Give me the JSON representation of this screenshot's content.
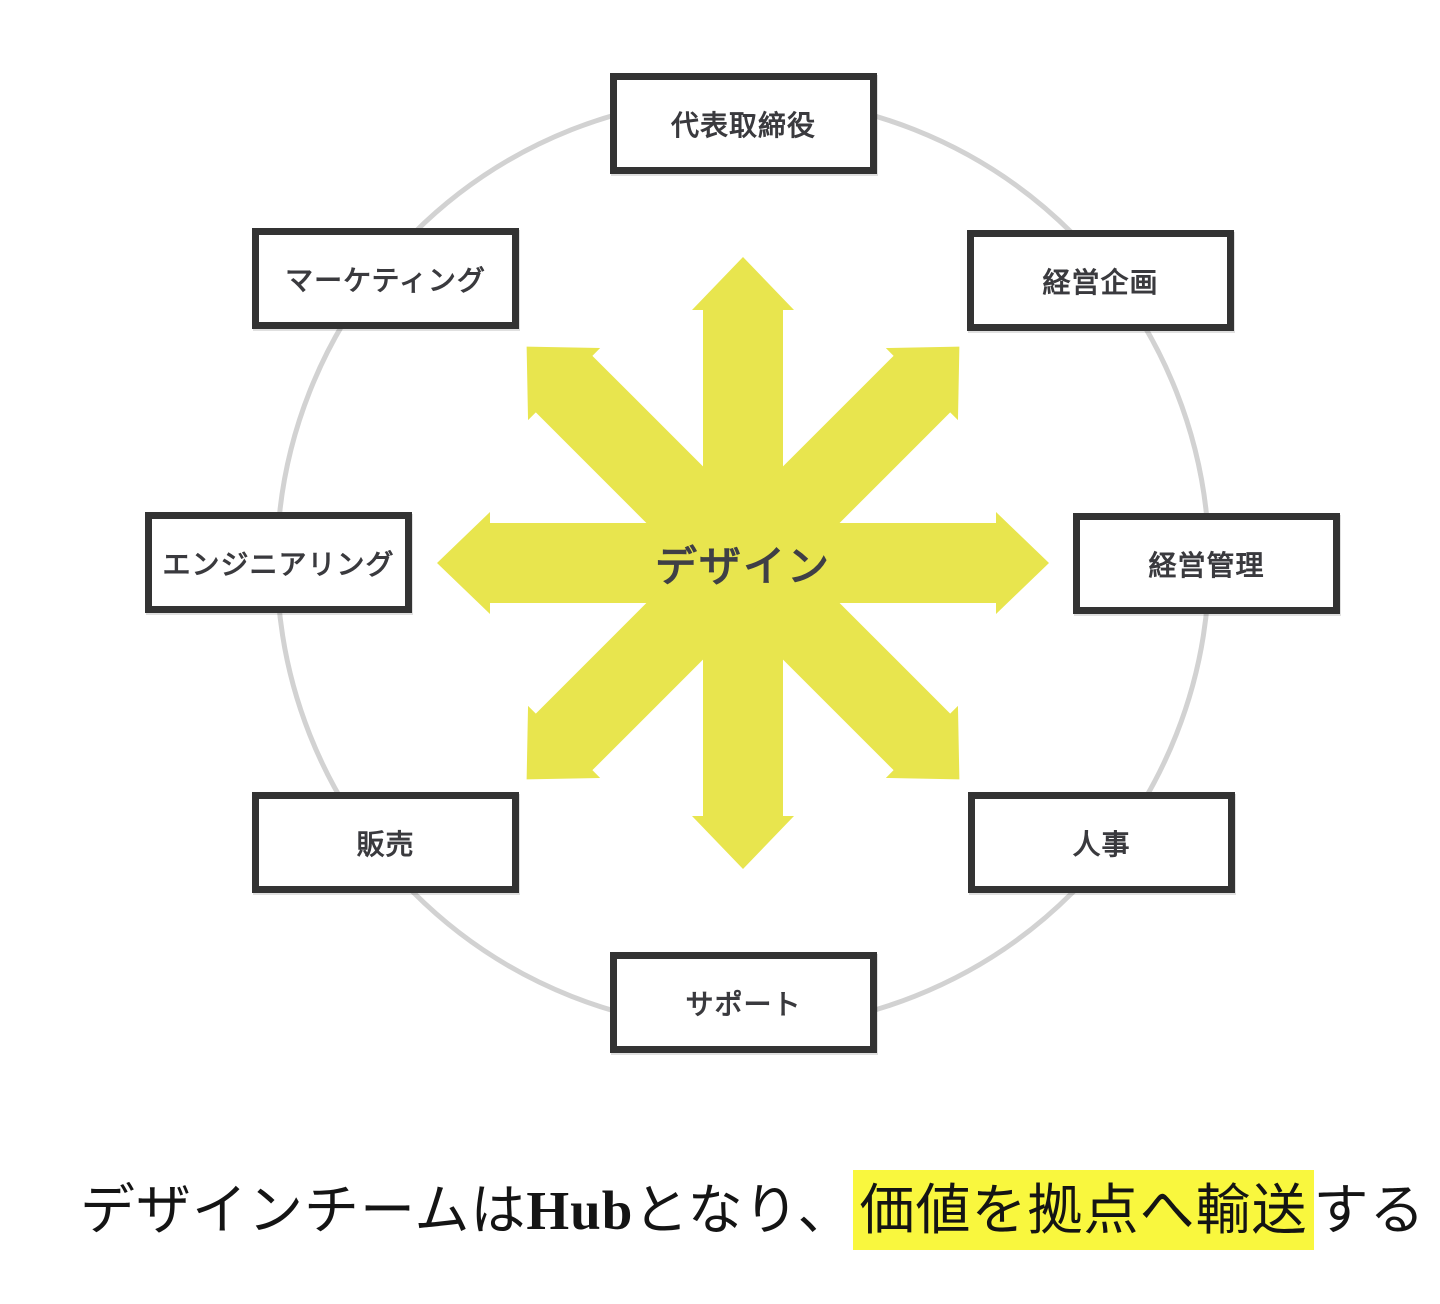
{
  "diagram": {
    "center_label": "デザイン",
    "nodes": [
      {
        "id": "ceo",
        "label": "代表取締役"
      },
      {
        "id": "marketing",
        "label": "マーケティング"
      },
      {
        "id": "corporate-planning",
        "label": "経営企画"
      },
      {
        "id": "engineering",
        "label": "エンジニアリング"
      },
      {
        "id": "business-management",
        "label": "経営管理"
      },
      {
        "id": "sales",
        "label": "販売"
      },
      {
        "id": "hr",
        "label": "人事"
      },
      {
        "id": "support",
        "label": "サポート"
      }
    ],
    "colors": {
      "arrow_yellow": "#e8e54e",
      "circle_gray": "#d2d2d2",
      "box_border": "#333333",
      "highlight_yellow": "#f9f73e",
      "label_dark": "#3a3a3e"
    }
  },
  "caption": {
    "part1": "デザインチームは",
    "hub": "Hub",
    "part2": "となり、",
    "highlighted": "価値を拠点へ輸送",
    "part3": "する"
  }
}
